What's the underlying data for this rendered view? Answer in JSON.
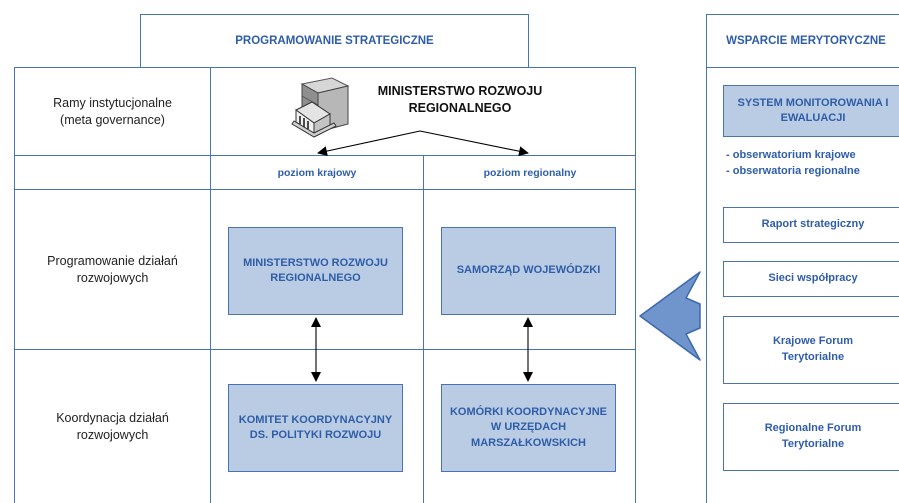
{
  "left_panel": {
    "header": "PROGRAMOWANIE STRATEGICZNE",
    "row_labels": {
      "institutional_line1": "Ramy instytucjonalne",
      "institutional_line2": "(meta governance)",
      "programming_line1": "Programowanie działań",
      "programming_line2": "rozwojowych",
      "coordination_line1": "Koordynacja działań",
      "coordination_line2": "rozwojowych"
    },
    "ministry": {
      "line1": "MINISTERSTWO ROZWOJU",
      "line2": "REGIONALNEGO",
      "icon": "ministry-building-icon"
    },
    "levels": {
      "national": "poziom krajowy",
      "regional": "poziom regionalny"
    },
    "national_boxes": {
      "programming_line1": "MINISTERSTWO ROZWOJU",
      "programming_line2": "REGIONALNEGO",
      "coordination_line1": "KOMITET KOORDYNACYJNY",
      "coordination_line2": "DS. POLITYKI ROZWOJU"
    },
    "regional_boxes": {
      "programming": "SAMORZĄD WOJEWÓDZKI",
      "coordination_line1": "KOMÓRKI KOORDYNACYJNE",
      "coordination_line2": "W URZĘDACH",
      "coordination_line3": "MARSZAŁKOWSKICH"
    }
  },
  "right_panel": {
    "header": "WSPARCIE MERYTORYCZNE",
    "monitoring": {
      "line1": "SYSTEM MONITOROWANIA I",
      "line2": "EWALUACJI"
    },
    "observatories": [
      "- obserwatorium krajowe",
      "- obserwatoria regionalne"
    ],
    "items": {
      "report": "Raport strategiczny",
      "networks": "Sieci współpracy",
      "national_forum_line1": "Krajowe Forum",
      "national_forum_line2": "Terytorialne",
      "regional_forum_line1": "Regionalne Forum",
      "regional_forum_line2": "Terytorialne"
    }
  },
  "colors": {
    "border": "#4a73b5",
    "text_blue": "#2f5da8",
    "box_fill": "#b9cce4",
    "big_arrow": "#6f95cc"
  }
}
